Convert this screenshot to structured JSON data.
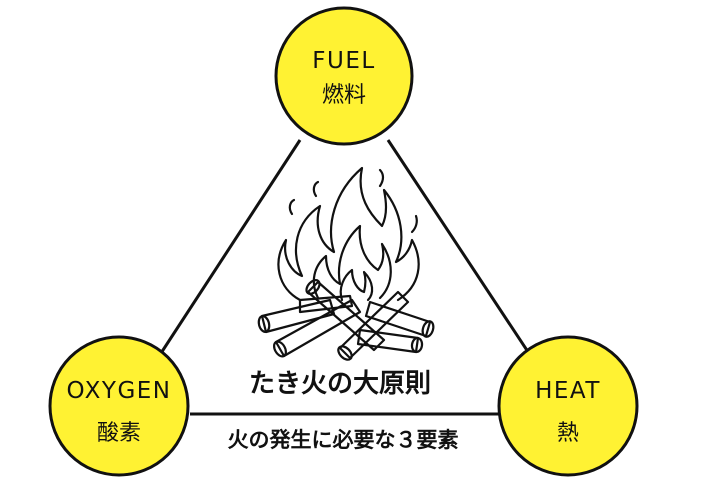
{
  "colors": {
    "circle_fill": "#fff233",
    "stroke": "#111111",
    "background": "#ffffff"
  },
  "nodes": {
    "fuel": {
      "en": "FUEL",
      "ja": "燃料"
    },
    "oxygen": {
      "en": "OXYGEN",
      "ja": "酸素"
    },
    "heat": {
      "en": "HEAT",
      "ja": "熱"
    }
  },
  "center": {
    "icon": "campfire-icon",
    "title": "たき火の大原則"
  },
  "bottom_edge_label": "火の発生に必要な３要素"
}
